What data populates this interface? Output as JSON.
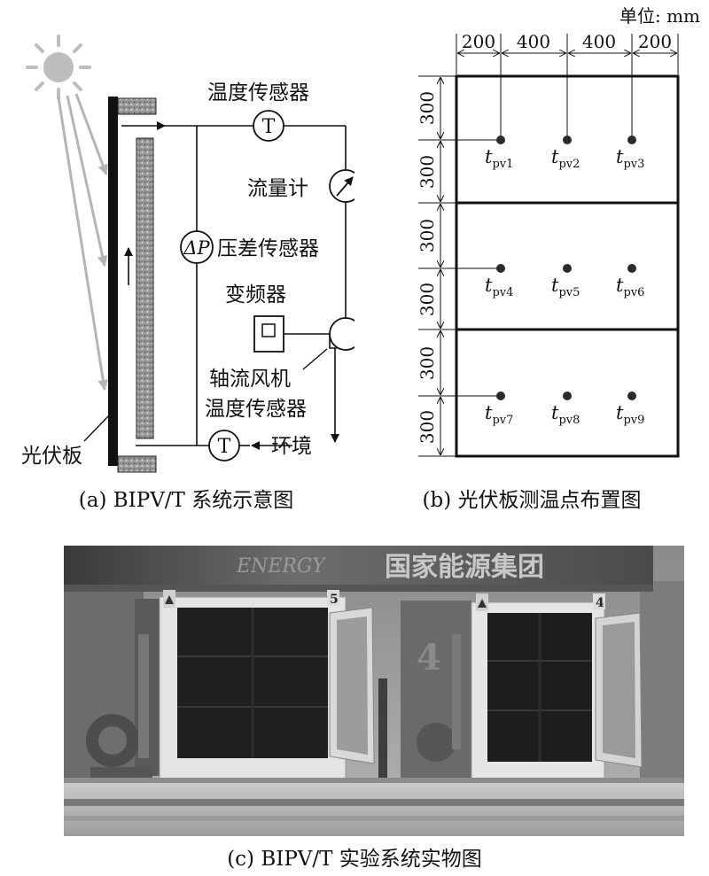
{
  "panel_a": {
    "caption": "(a) BIPV/T 系统示意图",
    "labels": {
      "temp_sensor_top": "温度传感器",
      "flow_meter": "流量计",
      "pressure_sensor": "压差传感器",
      "dp_symbol": "ΔP",
      "inverter": "变频器",
      "fan": "轴流风机",
      "temp_sensor_bottom": "温度传感器",
      "environment": "环境",
      "pv_panel": "光伏板",
      "t_symbol": "T"
    }
  },
  "panel_b": {
    "caption": "(b) 光伏板测温点布置图",
    "unit": "单位: mm",
    "top_dims": [
      "200",
      "400",
      "400",
      "200"
    ],
    "side_dims": [
      "300",
      "300",
      "300",
      "300",
      "300",
      "300"
    ],
    "points": [
      {
        "base": "t",
        "sub": "pv1"
      },
      {
        "base": "t",
        "sub": "pv2"
      },
      {
        "base": "t",
        "sub": "pv3"
      },
      {
        "base": "t",
        "sub": "pv4"
      },
      {
        "base": "t",
        "sub": "pv5"
      },
      {
        "base": "t",
        "sub": "pv6"
      },
      {
        "base": "t",
        "sub": "pv7"
      },
      {
        "base": "t",
        "sub": "pv8"
      },
      {
        "base": "t",
        "sub": "pv9"
      }
    ]
  },
  "panel_c": {
    "caption": "(c) BIPV/T 实验系统实物图",
    "banner_text": "国家能源集团",
    "banner_latin": "ENERGY",
    "unit_numbers": [
      "5",
      "4",
      "4"
    ]
  }
}
